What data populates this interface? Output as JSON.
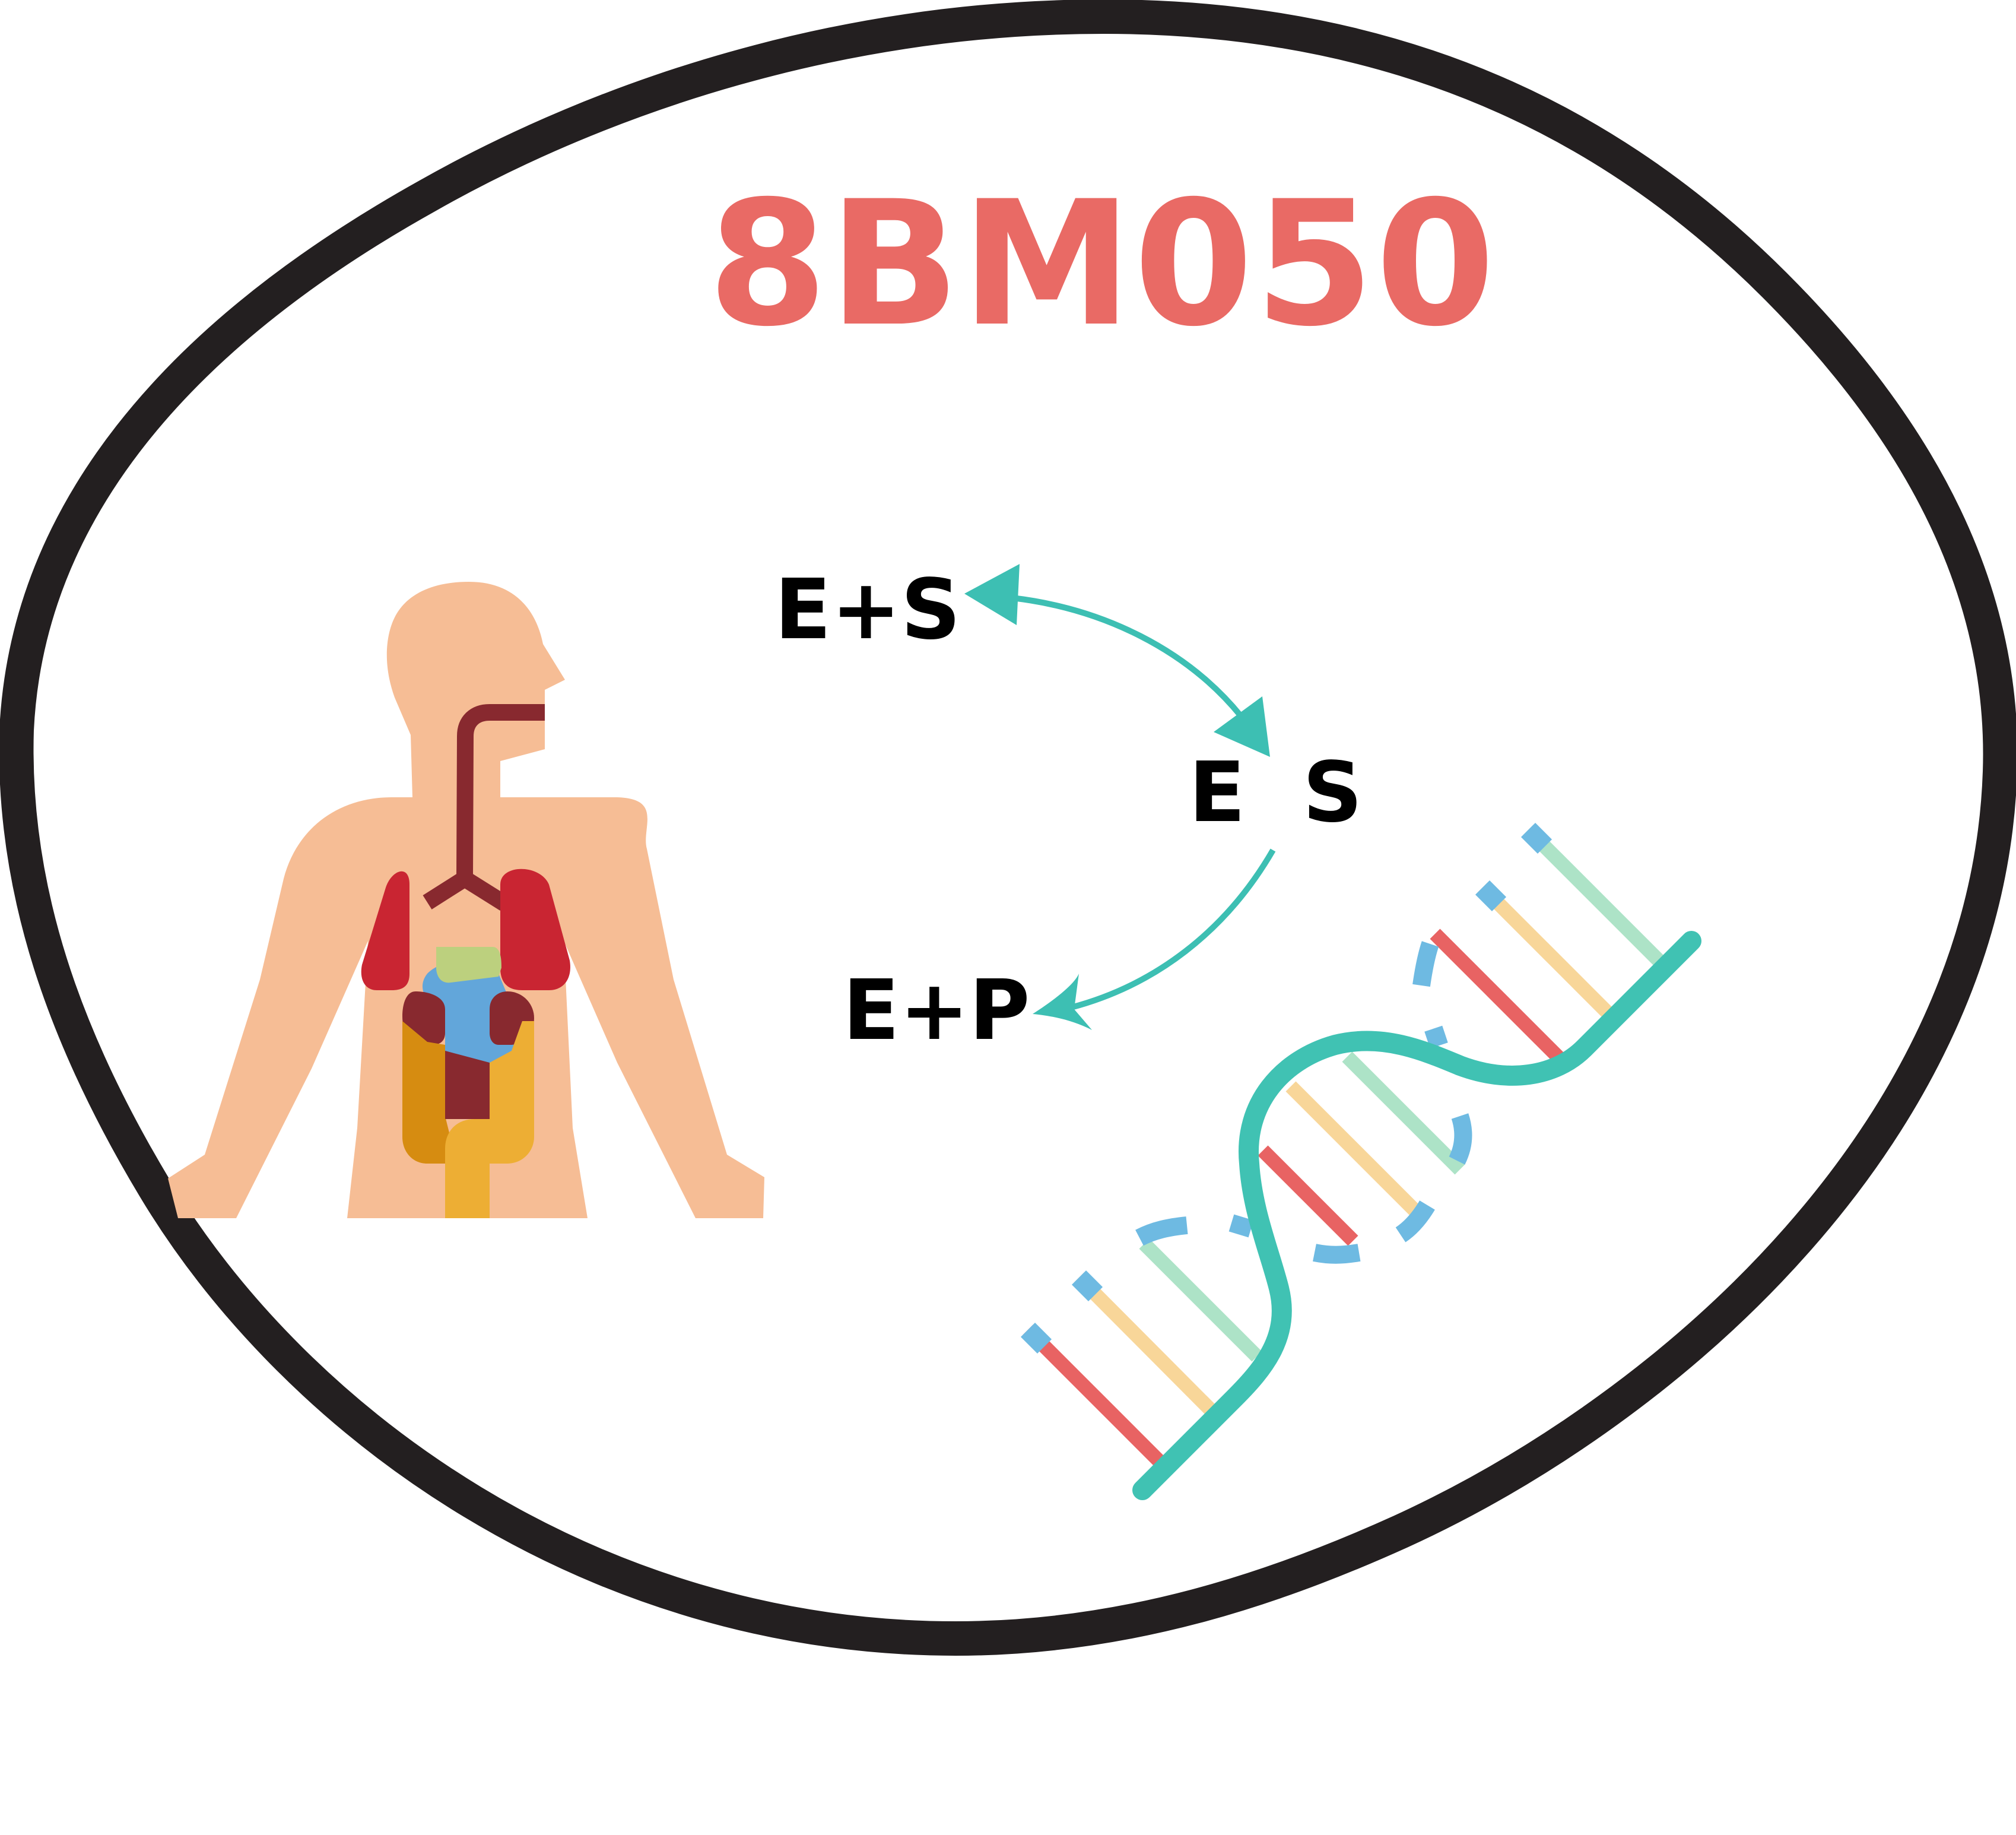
{
  "logo": {
    "code": "8BM050"
  },
  "reaction": {
    "reactants": "E+S",
    "complex_left": "E",
    "complex_right": "S",
    "products": "E+P"
  },
  "icons": {
    "body": "human-anatomy-icon",
    "dna": "dna-double-helix-icon",
    "cycle_arrows": "reaction-arrows-icon"
  },
  "colors": {
    "title": "#E96A65",
    "outline": "#231F20",
    "arrow": "#3DBFB3",
    "text": "#000000",
    "skin": "#F6BD95",
    "lung": "#C92532",
    "stomach": "#62A6DA",
    "liver_dark": "#88292F",
    "intestine_orange": "#D68C11",
    "intestine_yellow": "#EDAE34",
    "gland_green": "#BCD07E",
    "dna_red": "#E86363",
    "dna_yellow": "#F8D699",
    "dna_mint": "#ADE3C7",
    "dna_blue": "#6EBAE2",
    "dna_backbone": "#40C2B3"
  }
}
